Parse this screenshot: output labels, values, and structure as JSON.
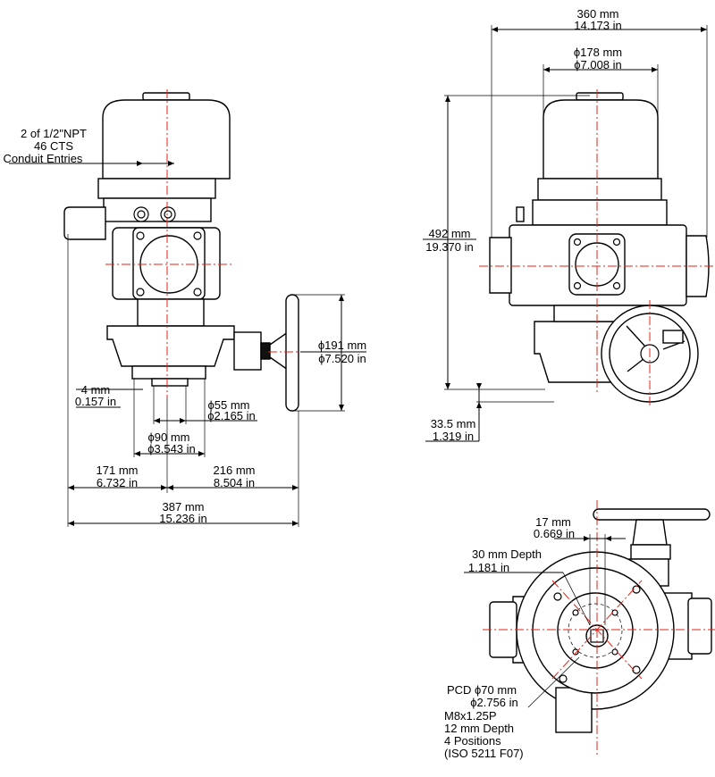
{
  "side_view": {
    "conduit_qty": "2 of 1/2\"NPT",
    "conduit_cts": "46 CTS",
    "conduit_label": "Conduit Entries",
    "flange_gap_mm": "4 mm",
    "flange_gap_in": "0.157 in",
    "spigot_dia_mm": "ϕ55 mm",
    "spigot_dia_in": "ϕ2.165 in",
    "flange_dia_mm": "ϕ90 mm",
    "flange_dia_in": "ϕ3.543 in",
    "handwheel_dia_mm": "ϕ191 mm",
    "handwheel_dia_in": "ϕ7.520 in",
    "left_offset_mm": "171 mm",
    "left_offset_in": "6.732 in",
    "right_offset_mm": "216 mm",
    "right_offset_in": "8.504 in",
    "overall_width_mm": "387 mm",
    "overall_width_in": "15.236 in"
  },
  "front_view": {
    "overall_width_mm": "360 mm",
    "overall_width_in": "14.173 in",
    "cover_dia_mm": "ϕ178 mm",
    "cover_dia_in": "ϕ7.008 in",
    "overall_height_mm": "492 mm",
    "overall_height_in": "19.370 in",
    "base_height_mm": "33.5 mm",
    "base_height_in": "1.319 in"
  },
  "bottom_view": {
    "drive_width_mm": "17 mm",
    "drive_width_in": "0.669 in",
    "depth_mm": "30 mm Depth",
    "depth_in": "1.181 in",
    "pcd_mm": "PCD ϕ70 mm",
    "pcd_in": "ϕ2.756 in",
    "thread": "M8x1.25P",
    "thread_depth": "12 mm Depth",
    "positions": "4 Positions",
    "standard": "(ISO 5211 F07)"
  }
}
